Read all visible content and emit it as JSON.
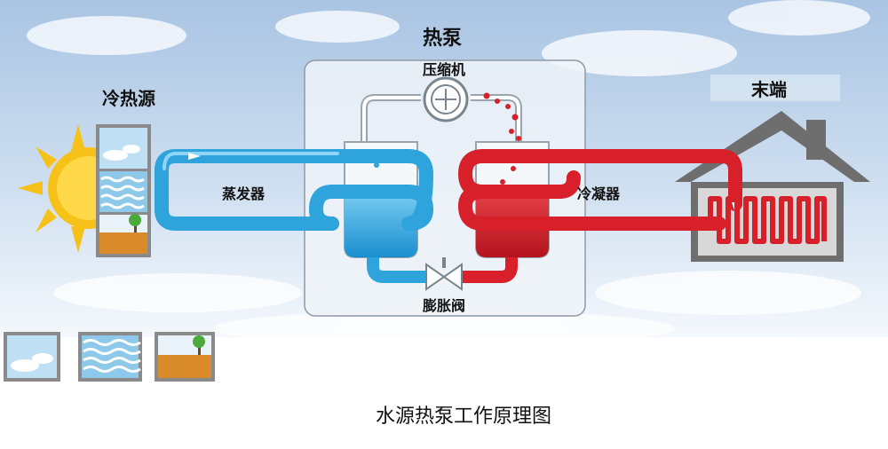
{
  "labels": {
    "heat_pump": "热泵",
    "cold_source": "冷热源",
    "terminal": "末端",
    "compressor": "压缩机",
    "evaporator": "蒸发器",
    "condenser": "冷凝器",
    "expansion_valve": "膨胀阀"
  },
  "caption": "水源热泵工作原理图",
  "colors": {
    "cold_pipe": "#2ea3dc",
    "cold_pipe_dark": "#1a7fb8",
    "hot_pipe": "#d8202a",
    "hot_pipe_dark": "#a8141c",
    "sky": "#c9dcef",
    "house": "#6e6e6e",
    "sun": "#f6c21a",
    "soil": "#d98a2b"
  },
  "icons": [
    "sun-icon",
    "house-icon",
    "sky-tile-icon",
    "water-tile-icon",
    "soil-tile-icon",
    "tree-icon",
    "valve-icon",
    "compressor-icon"
  ]
}
